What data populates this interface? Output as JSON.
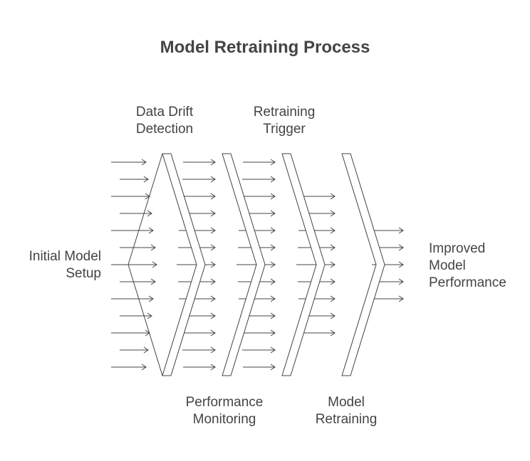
{
  "title": "Model Retraining Process",
  "input": {
    "lines": [
      "Initial Model",
      "Setup"
    ]
  },
  "output": {
    "lines": [
      "Improved",
      "Model",
      "Performance"
    ]
  },
  "stages": [
    {
      "lines": [
        "Data Drift",
        "Detection"
      ],
      "position": "top"
    },
    {
      "lines": [
        "Performance",
        "Monitoring"
      ],
      "position": "bottom"
    },
    {
      "lines": [
        "Retraining",
        "Trigger"
      ],
      "position": "top"
    },
    {
      "lines": [
        "Model",
        "Retraining"
      ],
      "position": "bottom"
    }
  ],
  "colors": {
    "stroke": "#444444",
    "text": "#444444",
    "background": "#ffffff"
  }
}
